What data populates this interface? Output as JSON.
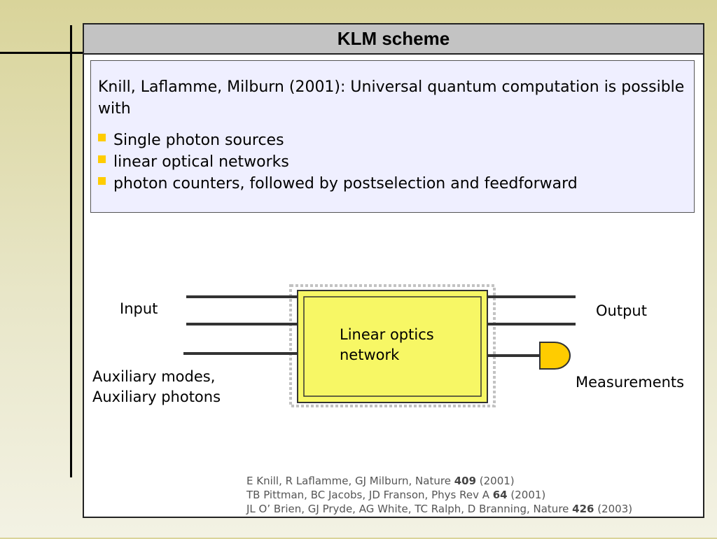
{
  "title": "KLM scheme",
  "intro": {
    "text": "Knill, Laflamme, Milburn (2001): Universal quantum computation is possible with",
    "bullets": [
      "Single photon sources",
      "linear optical networks",
      "photon counters, followed by postselection and feedforward"
    ],
    "bullet_color": "#ffcc00",
    "background_color": "#efefff"
  },
  "diagram": {
    "box_label_line1": "Linear optics",
    "box_label_line2": "network",
    "input_label": "Input",
    "output_label": "Output",
    "aux_label_line1": "Auxiliary modes,",
    "aux_label_line2": "Auxiliary photons",
    "measurements_label": "Measurements",
    "box_color": "#f7f765",
    "detector_color": "#ffcc00"
  },
  "references": [
    {
      "pre": "E Knill, R Laflamme, GJ Milburn, Nature ",
      "vol": "409",
      "post": " (2001)"
    },
    {
      "pre": "TB Pittman, BC Jacobs, JD Franson, Phys Rev A ",
      "vol": "64",
      "post": " (2001)"
    },
    {
      "pre": "JL O’ Brien, GJ Pryde, AG White, TC Ralph, D Branning, Nature ",
      "vol": "426",
      "post": " (2003)"
    }
  ]
}
